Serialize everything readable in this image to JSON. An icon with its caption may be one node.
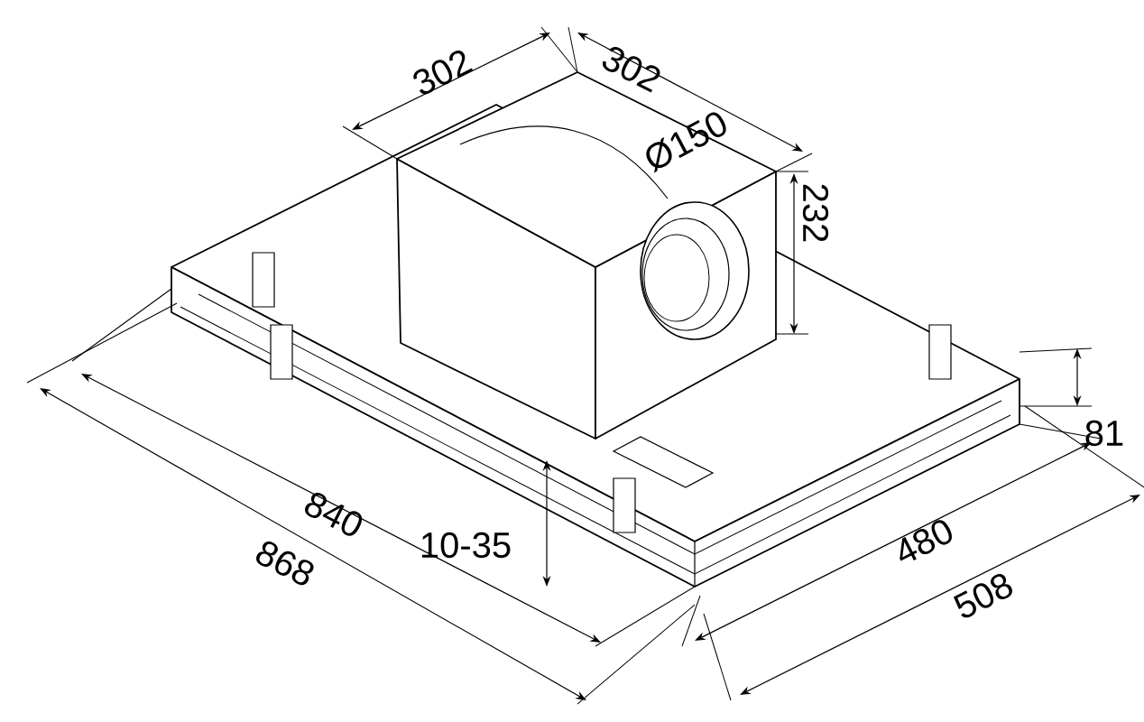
{
  "diagram": {
    "labels": [
      "302",
      "302",
      "Ø150",
      "232",
      "81",
      "840",
      "868",
      "10-35",
      "480",
      "508"
    ]
  }
}
